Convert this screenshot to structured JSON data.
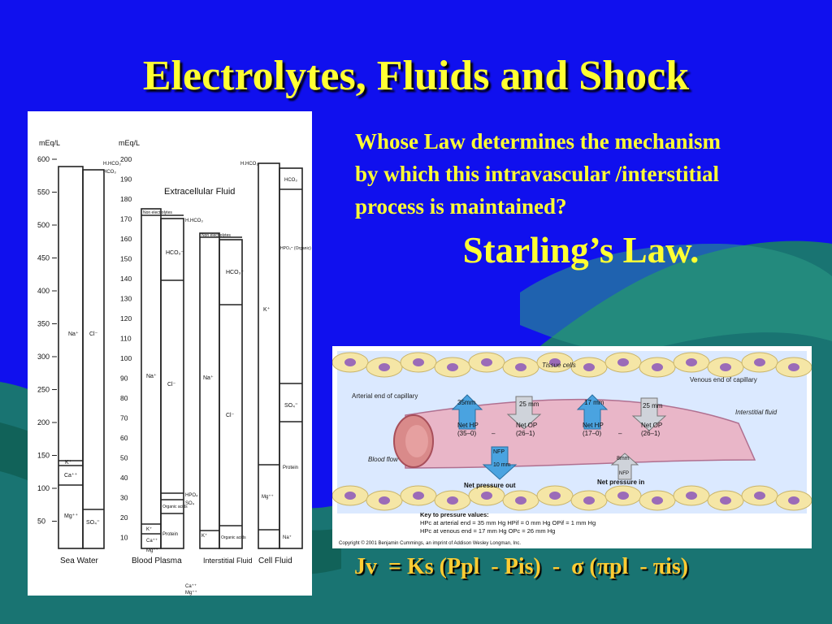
{
  "slide": {
    "title": "Electrolytes, Fluids and Shock",
    "question_lines": [
      "Whose Law determines the mechanism",
      "by which this intravascular /interstitial",
      "process is maintained?"
    ],
    "answer": "Starling’s Law.",
    "equation": "Jv  = Ks (Ppl  - Pis)  -  σ (πpl  - πis)"
  },
  "colors": {
    "background": "#1010ee",
    "title": "#ffff33",
    "equation": "#ffcc33",
    "wave": "#1a7a6a"
  },
  "electrolyte_chart": {
    "y_unit": "mEq/L",
    "left_ticks": [
      "600",
      "550",
      "500",
      "450",
      "400",
      "350",
      "300",
      "250",
      "200",
      "150",
      "100",
      "50"
    ],
    "mid_ticks": [
      "200",
      "190",
      "180",
      "170",
      "160",
      "150",
      "140",
      "130",
      "120",
      "110",
      "100",
      "90",
      "80",
      "70",
      "60",
      "50",
      "40",
      "30",
      "20",
      "10"
    ],
    "heading": "Extracellular Fluid",
    "columns": [
      {
        "label": "Sea Water"
      },
      {
        "label": "Blood  Plasma"
      },
      {
        "label": "Interstitial Fluid"
      },
      {
        "label": "Cell Fluid"
      }
    ],
    "ions": {
      "sw_na": "Na⁺",
      "sw_cl": "Cl⁻",
      "sw_ca": "Ca⁺⁺",
      "sw_mg": "Mg⁺⁺",
      "sw_so4": "SO₄⁼",
      "sw_k": "K⁺",
      "sw_hco3": "H.HCO₃",
      "sw_hco3b": "HCO₃",
      "bp_ne": "Non electrolytes",
      "bp_hhco3": "H.HCO₃",
      "bp_hco3": "HCO₃⁻",
      "bp_na": "Na⁺",
      "bp_cl": "Cl⁻",
      "bp_oa": "Organic acids",
      "bp_so4": "SO₄",
      "bp_hpo4": "HPO₄",
      "bp_prot": "Protein",
      "bp_k": "K⁺",
      "bp_ca": "Ca⁺⁺",
      "bp_mg": "Mg⁺⁺",
      "if_ne": "Non electrolytes",
      "if_hco3": "HCO₃⁻",
      "if_na": "Na⁺",
      "if_cl": "Cl⁻",
      "if_k": "K⁺",
      "if_oa": "Organic acids",
      "if_ca": "Ca⁺⁺",
      "if_mg": "Mg⁺⁺",
      "cf_hhco3": "H.HCO₃",
      "cf_hco3": "HCO₃",
      "cf_hpo4": "HPO₄⁼ (Organic)",
      "cf_k": "K⁺",
      "cf_so4": "SO₄⁼",
      "cf_prot": "Protein",
      "cf_mg": "Mg⁺⁺",
      "cf_na": "Na⁺"
    }
  },
  "capillary_diagram": {
    "tissue_cells": "Tissue cells",
    "arterial_end": "Arterial end of capillary",
    "venous_end": "Venous end of capillary",
    "interstitial_fluid": "Interstitial fluid",
    "blood_flow": "Blood flow",
    "arrows": {
      "a_hp": "35mm",
      "a_op": "25 mm",
      "v_hp": "17 mm",
      "v_op": "25 mm",
      "nfp_out_label": "NFP",
      "nfp_out_value": "10 mm",
      "nfp_in_value": "8mm",
      "nfp_in_label": "NFP"
    },
    "labels": {
      "net_hp_art": "Net HP",
      "net_hp_art_val": "(35–0)",
      "net_op_art": "Net OP",
      "net_op_art_val": "(26–1)",
      "net_hp_ven": "Net HP",
      "net_hp_ven_val": "(17–0)",
      "net_op_ven": "Net OP",
      "net_op_ven_val": "(26–1)",
      "minus": "–",
      "net_out": "Net pressure out",
      "net_in": "Net pressure in"
    },
    "key_title": "Key to pressure values:",
    "key_lines": [
      "HPc at arterial end = 35 mm Hg     HPif = 0 mm Hg     OPif = 1 mm Hg",
      "HPc at venous end = 17 mm Hg      OPc = 26 mm Hg"
    ],
    "copyright": "Copyright © 2001 Benjamin Cummings, an imprint of Addison Wesley Longman, Inc."
  }
}
